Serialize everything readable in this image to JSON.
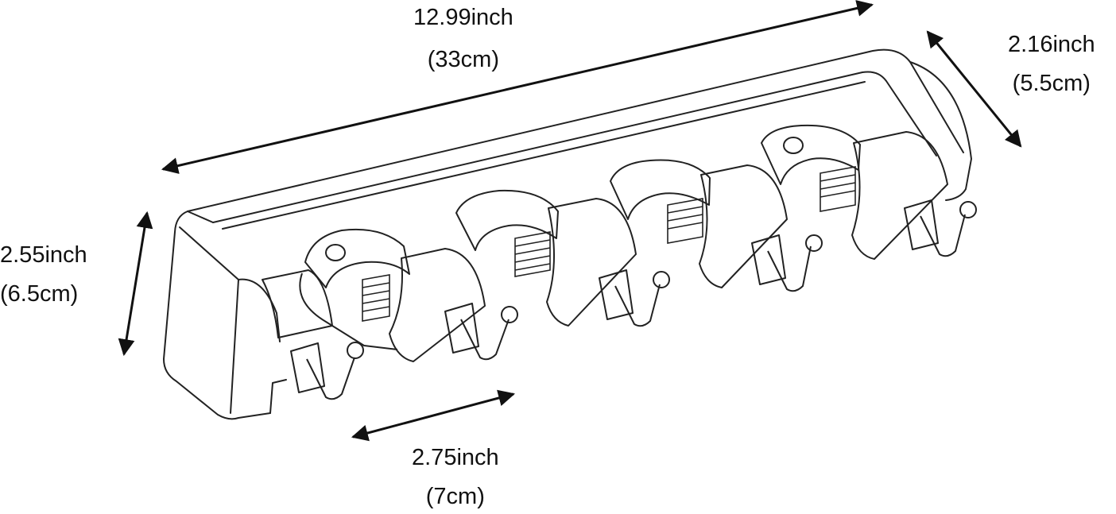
{
  "dimensions": {
    "length": {
      "primary": "12.99inch",
      "secondary": "(33cm)"
    },
    "depth": {
      "primary": "2.16inch",
      "secondary": "(5.5cm)"
    },
    "height": {
      "primary": "2.55inch",
      "secondary": "(6.5cm)"
    },
    "hook_spacing": {
      "primary": "2.75inch",
      "secondary": "(7cm)"
    }
  },
  "product": {
    "holder_slots": 4,
    "hooks": 5
  },
  "colors": {
    "line": "#222222",
    "background": "#ffffff"
  }
}
